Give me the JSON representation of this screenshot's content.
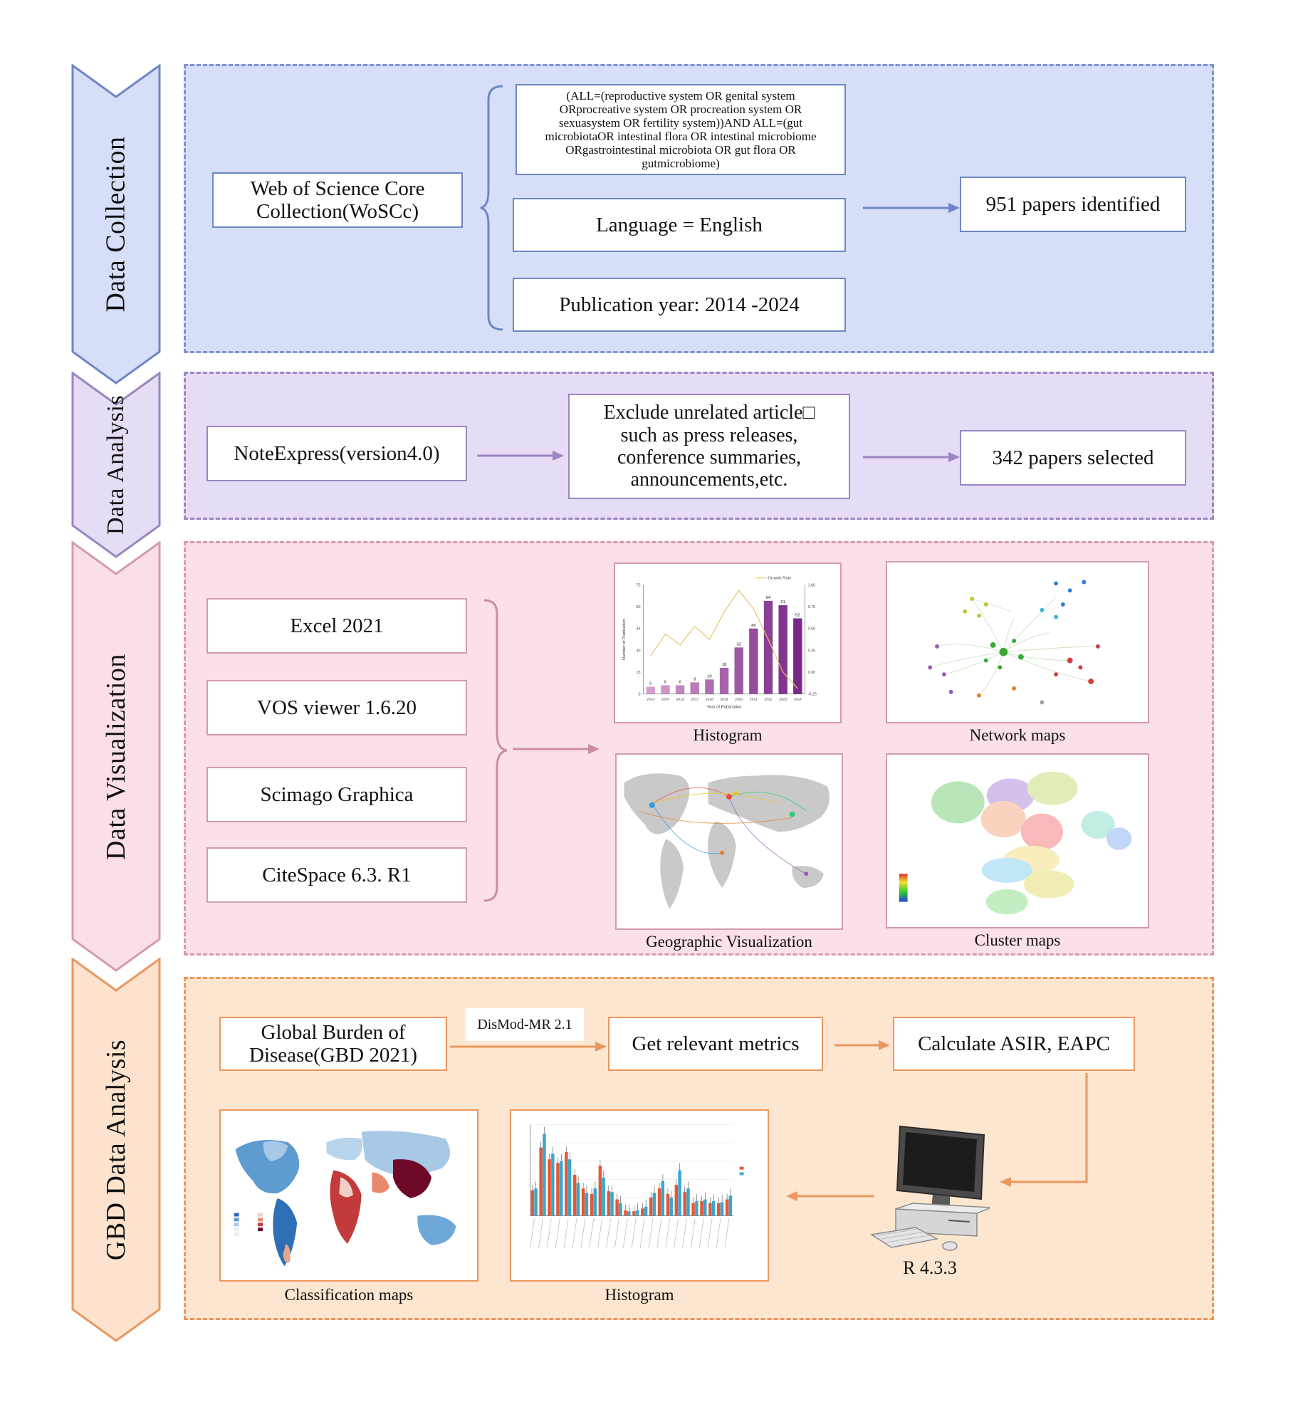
{
  "stages": {
    "collection": {
      "label": "Data Collection"
    },
    "analysis": {
      "label": "Data Analysis"
    },
    "visualization": {
      "label": "Data Visualization"
    },
    "gbd": {
      "label": "GBD Data Analysis"
    }
  },
  "collection": {
    "source": "Web of Science Core Collection(WoSCc)",
    "query": "(ALL=(reproductive system OR genital system ORprocreative system OR procreation system OR sexuasystem OR fertility system))AND ALL=(gut microbiotaOR intestinal flora OR intestinal microbiome ORgastrointestinal microbiota OR gut flora OR gutmicrobiome)",
    "language": "Language = English",
    "years": "Publication year: 2014 -2024",
    "result": "951 papers identified"
  },
  "analysis": {
    "tool": "NoteExpress(version4.0)",
    "exclude": "Exclude unrelated article□ such as press releases, conference summaries, announcements,etc.",
    "result": "342 papers selected"
  },
  "visualization": {
    "tools": [
      "Excel 2021",
      "VOS viewer 1.6.20",
      "Scimago Graphica",
      "CiteSpace 6.3. R1"
    ],
    "captions": {
      "histogram": "Histogram",
      "network": "Network maps",
      "geo": "Geographic Visualization",
      "cluster": "Cluster maps"
    }
  },
  "histogram_chart": {
    "chart_data": {
      "type": "bar",
      "categories": [
        "2014",
        "2015",
        "2016",
        "2017",
        "2018",
        "2019",
        "2020",
        "2021",
        "2022",
        "2023",
        "2024"
      ],
      "values": [
        5,
        6,
        6,
        8,
        10,
        18,
        32,
        45,
        64,
        61,
        52
      ],
      "xlabel": "Year of Publication",
      "ylabel": "Number of Publication",
      "ylim": [
        0,
        75
      ],
      "yticks": [
        "0",
        "15",
        "30",
        "45",
        "60",
        "75"
      ],
      "y2ticks": [
        "-0.25",
        "0.00",
        "0.25",
        "0.50",
        "0.75",
        "1.00"
      ],
      "legend": "Growth Rate"
    }
  },
  "gbd": {
    "source": "Global Burden of Disease(GBD 2021)",
    "method": "DisMod-MR 2.1",
    "metrics": "Get relevant metrics",
    "calc": "Calculate ASIR, EAPC",
    "software": "R 4.3.3",
    "captions": {
      "classification": "Classification maps",
      "histogram": "Histogram"
    }
  },
  "colors": {
    "blue": "#6f86c6",
    "purple": "#9a86c0",
    "pink": "#d59aae",
    "orange": "#e9975e"
  }
}
